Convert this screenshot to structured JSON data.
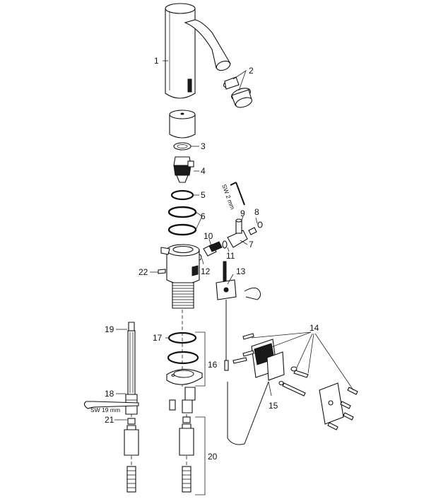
{
  "labels": {
    "p1": "1",
    "p2": "2",
    "p3": "3",
    "p4": "4",
    "p5": "5",
    "p6": "6",
    "p7": "7",
    "p8": "8",
    "p9": "9",
    "p10": "10",
    "p11": "11",
    "p12": "12",
    "p13": "13",
    "p14": "14",
    "p15": "15",
    "p16": "16",
    "p17": "17",
    "p18": "18",
    "p19": "19",
    "p20": "20",
    "p21": "21",
    "p22": "22"
  },
  "tools": {
    "hex_key": "SW 2 mm",
    "wrench": "SW 19 mm"
  }
}
